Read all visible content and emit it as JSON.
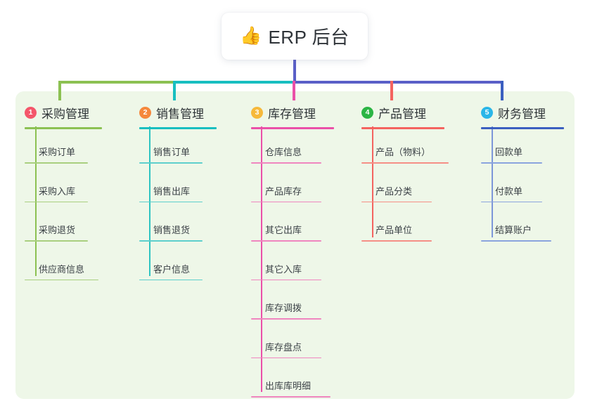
{
  "diagram": {
    "type": "org-tree",
    "root": {
      "icon": "thumbs-up-icon",
      "emoji": "👍",
      "label": "ERP 后台"
    },
    "panel_color": "#eef7e8",
    "card_color": "#ffffff",
    "columns": [
      {
        "index": "1",
        "title": "采购管理",
        "badge_color": "#f4566a",
        "rule_color": "#8cc152",
        "leaf_color": "#a9cf7f",
        "spine_color": "#8cc152",
        "stem_color": "#8cc152",
        "items": [
          "采购订单",
          "采购入库",
          "采购退货",
          "供应商信息"
        ]
      },
      {
        "index": "2",
        "title": "销售管理",
        "badge_color": "#f5883c",
        "rule_color": "#18bfc0",
        "leaf_color": "#5ecfcc",
        "spine_color": "#2ec4c2",
        "stem_color": "#18bfc0",
        "items": [
          "销售订单",
          "销售出库",
          "销售退货",
          "客户信息"
        ]
      },
      {
        "index": "3",
        "title": "库存管理",
        "badge_color": "#f6b93b",
        "rule_color": "#ea50a8",
        "leaf_color": "#ef86bf",
        "spine_color": "#ea50a8",
        "stem_color": "#ea50a8",
        "items": [
          "仓库信息",
          "产品库存",
          "其它出库",
          "其它入库",
          "库存调拨",
          "库存盘点",
          "出库库明细"
        ]
      },
      {
        "index": "4",
        "title": "产品管理",
        "badge_color": "#2bb544",
        "rule_color": "#f4635f",
        "leaf_color": "#f58f86",
        "spine_color": "#f4635f",
        "stem_color": "#f4635f",
        "items": [
          "产品（物料）",
          "产品分类",
          "产品单位"
        ]
      },
      {
        "index": "5",
        "title": "财务管理",
        "badge_color": "#2ab6e8",
        "rule_color": "#3b5fc0",
        "leaf_color": "#8ba4de",
        "spine_color": "#7d97d8",
        "stem_color": "#3b5fc0",
        "items": [
          "回款单",
          "付款单",
          "结算账户"
        ]
      }
    ],
    "bus": {
      "segments": [
        {
          "color": "#8cc152"
        },
        {
          "color": "#18bfc0"
        },
        {
          "color": "#5a5fc7"
        },
        {
          "color": "#3b5fc0"
        }
      ],
      "root_stem_color": "#5a5fc7"
    }
  }
}
